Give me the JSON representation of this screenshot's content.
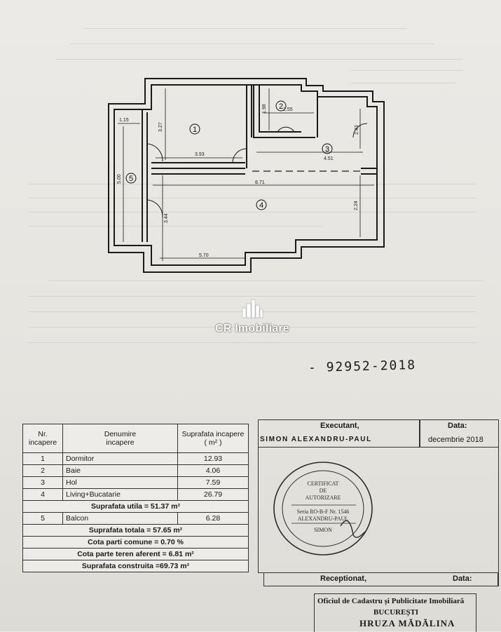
{
  "brand": {
    "name": "CR Imobiliare"
  },
  "document": {
    "number": "- 92952-2018"
  },
  "plan": {
    "dimensions": [
      "3.93",
      "3.27",
      "1.98",
      "2.55",
      "4.51",
      "2.43",
      "8.71",
      "2.24",
      "3.44",
      "5.70",
      "1.15",
      "5.00"
    ],
    "room_markers": [
      "1",
      "2",
      "3",
      "4",
      "5"
    ]
  },
  "table": {
    "headers": [
      "Nr.",
      "Denumire",
      "Suprafata incapere"
    ],
    "headers_line2": [
      "incapere",
      "incapere",
      "( m² )"
    ],
    "rows": [
      {
        "nr": "1",
        "name": "Dormitor",
        "area": "12.93"
      },
      {
        "nr": "2",
        "name": "Baie",
        "area": "4.06"
      },
      {
        "nr": "3",
        "name": "Hol",
        "area": "7.59"
      },
      {
        "nr": "4",
        "name": "Living+Bucatarie",
        "area": "26.79"
      },
      {
        "nr": "5",
        "name": "Balcon",
        "area": "6.28"
      }
    ],
    "suprafata_utila": "Suprafata utila = 51.37 m²",
    "suprafata_totala": "Suprafata totala = 57.65 m²",
    "cota_parti_comune": "Cota parti comune = 0.70 %",
    "cota_teren": "Cota parte teren aferent = 6.81 m²",
    "suprafata_construita": "Suprafata construita =69.73 m²"
  },
  "signature": {
    "executant_label": "Executant,",
    "executant_name": "SIMON ALEXANDRU-PAUL",
    "date_label": "Data:",
    "date_value": "decembrie 2018",
    "stamp_line1": "CERTIFICAT",
    "stamp_line2": "DE",
    "stamp_line3": "AUTORIZARE",
    "stamp_line4": "Seria RO-B-F Nr. 1546",
    "stamp_line5": "ALEXANDRU-PAUL",
    "stamp_line6": "SIMON",
    "receptionat_label": "Receptionat,",
    "date2_label": "Data:",
    "office_line1": "Oficiul de Cadastru și Publicitate Imobiliară",
    "office_line2": "BUCUREȘTI",
    "office_line3": "HRUZA MĂDĂLINA"
  }
}
